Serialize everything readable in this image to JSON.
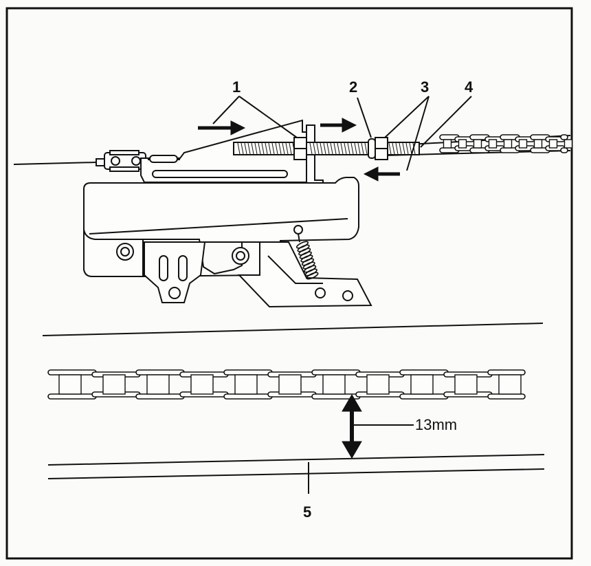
{
  "callouts": {
    "c1": "1",
    "c2": "2",
    "c3": "3",
    "c4": "4",
    "c5": "5"
  },
  "dimension": {
    "label": "13mm"
  },
  "colors": {
    "ink": "#111111",
    "paper": "#fbfbf9"
  }
}
